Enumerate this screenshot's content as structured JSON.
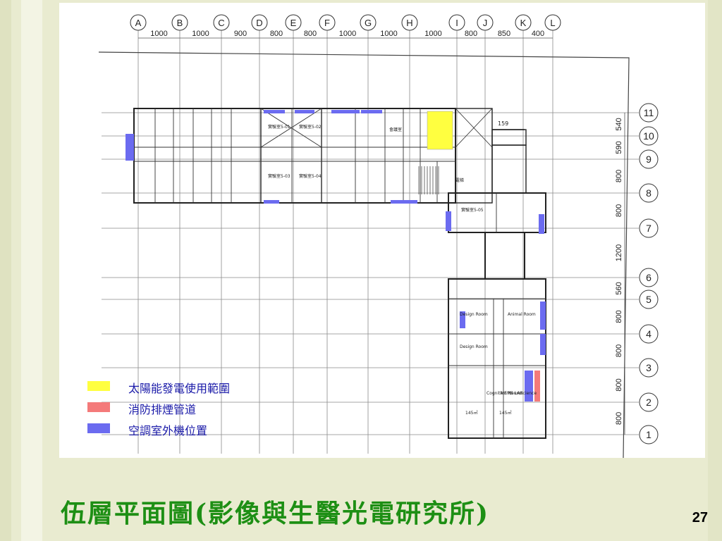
{
  "slide": {
    "title": "伍層平面圖(影像與生醫光電研究所)",
    "page_number": "27"
  },
  "colors": {
    "background": "#e9ebd0",
    "title_color": "#1d8f14",
    "legend_text": "#1919a8",
    "solar": "#ffff40",
    "smoke": "#f47a7a",
    "ac": "#6b6bf0"
  },
  "grid": {
    "columns": [
      "A",
      "B",
      "C",
      "D",
      "E",
      "F",
      "G",
      "H",
      "I",
      "J",
      "K",
      "L"
    ],
    "column_spacings": [
      "1000",
      "1000",
      "900",
      "800",
      "800",
      "1000",
      "1000",
      "1000",
      "800",
      "850",
      "400"
    ],
    "rows": [
      "11",
      "10",
      "9",
      "8",
      "7",
      "6",
      "5",
      "4",
      "3",
      "2",
      "1"
    ],
    "row_spacings": [
      "540",
      "590",
      "800",
      "800",
      "1200",
      "560",
      "800",
      "800",
      "800",
      "800"
    ]
  },
  "rooms": {
    "lab_501": "實驗室5-01",
    "lab_502": "實驗室5-02",
    "lab_503": "實驗室5-03",
    "lab_504": "實驗室5-04",
    "lab_505": "實驗室5-05",
    "meeting": "會議室",
    "elevator_hall": "電梯",
    "design_room_1": "Design Room",
    "design_room_2": "Design Room",
    "animal_room": "Animal Room",
    "cognition": "Cognition Neuroscience",
    "mems": "MEMS LAB",
    "area_145a": "145㎡",
    "area_145b": "145㎡",
    "label_159": "159"
  },
  "legend": [
    {
      "label": "太陽能發電使用範圍",
      "color": "#ffff40"
    },
    {
      "label": "消防排煙管道",
      "color": "#f47a7a"
    },
    {
      "label": "空調室外機位置",
      "color": "#6b6bf0"
    }
  ]
}
